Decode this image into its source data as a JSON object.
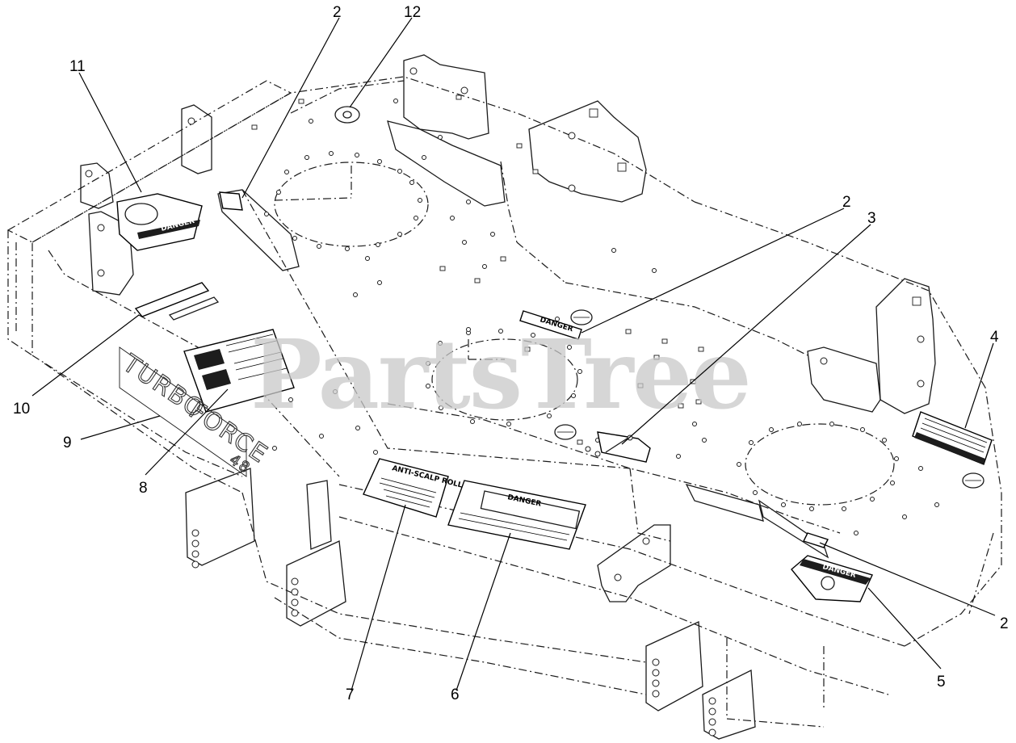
{
  "watermark": "PartsTree",
  "deck_emboss": {
    "line1": "TURBO",
    "line2": "FORCE",
    "size": "48"
  },
  "decal_text": {
    "danger": "DANGER",
    "anti_scalp": "ANTI-SCALP ROLLER"
  },
  "callouts": [
    {
      "id": "c-2-top",
      "label": "2"
    },
    {
      "id": "c-12",
      "label": "12"
    },
    {
      "id": "c-11",
      "label": "11"
    },
    {
      "id": "c-2-mid",
      "label": "2"
    },
    {
      "id": "c-3",
      "label": "3"
    },
    {
      "id": "c-4",
      "label": "4"
    },
    {
      "id": "c-10",
      "label": "10"
    },
    {
      "id": "c-9",
      "label": "9"
    },
    {
      "id": "c-8",
      "label": "8"
    },
    {
      "id": "c-7",
      "label": "7"
    },
    {
      "id": "c-6",
      "label": "6"
    },
    {
      "id": "c-5",
      "label": "5"
    },
    {
      "id": "c-2-right",
      "label": "2"
    }
  ]
}
